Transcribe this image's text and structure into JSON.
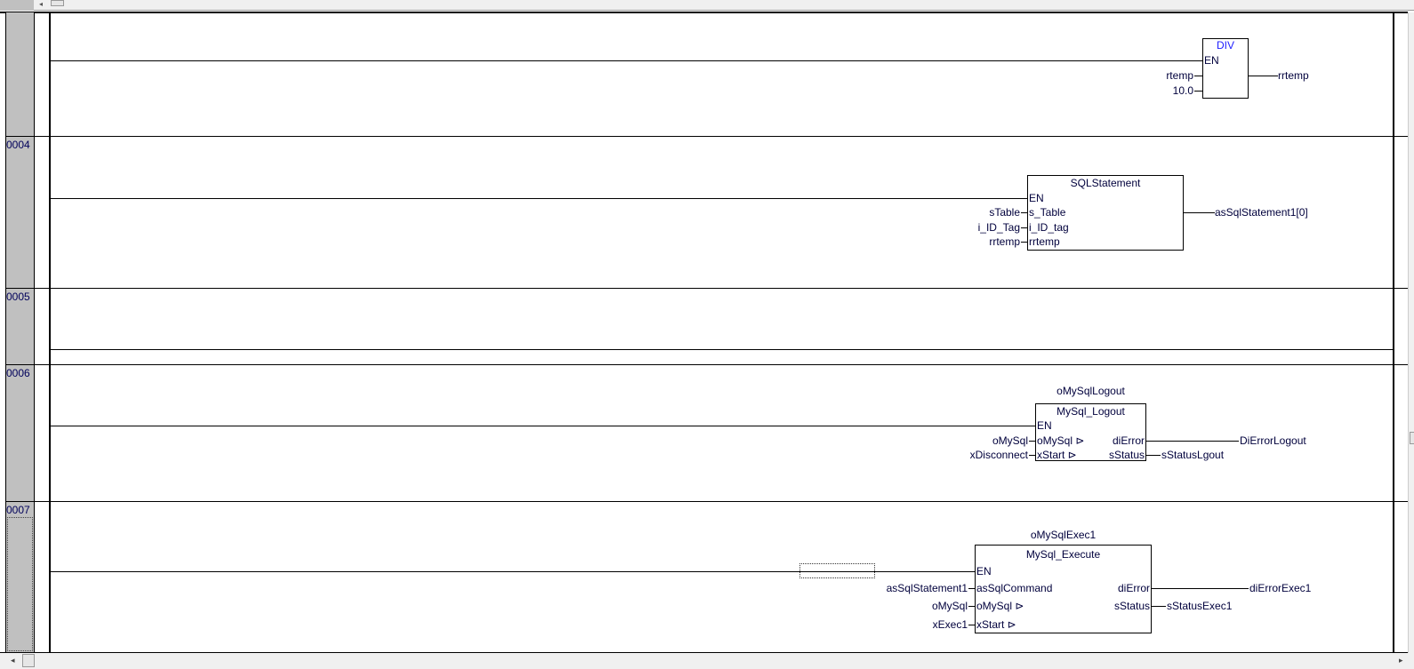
{
  "networks": [
    {
      "number": "",
      "block": {
        "type": "DIV",
        "inputs": [
          "EN",
          "",
          ""
        ],
        "input_vars": [
          "rtemp",
          "10.0"
        ],
        "output_var": "rrtemp"
      }
    },
    {
      "number": "0004",
      "block": {
        "type": "SQLStatement",
        "inputs": [
          "EN",
          "s_Table",
          "i_ID_tag",
          "rrtemp"
        ],
        "input_vars": [
          "sTable",
          "i_ID_Tag",
          "rrtemp"
        ],
        "output_var": "asSqlStatement1[0]"
      }
    },
    {
      "number": "0005"
    },
    {
      "number": "0006",
      "block": {
        "instance": "oMySqlLogout",
        "type": "MySql_Logout",
        "inputs": [
          "EN",
          "oMySql ⊳",
          "xStart ⊳"
        ],
        "outputs": [
          "diError",
          "sStatus"
        ],
        "input_vars": [
          "oMySql",
          "xDisconnect"
        ],
        "output_vars": [
          "DiErrorLogout",
          "sStatusLgout"
        ]
      }
    },
    {
      "number": "0007",
      "block": {
        "instance": "oMySqlExec1",
        "type": "MySql_Execute",
        "inputs": [
          "EN",
          "asSqlCommand",
          "oMySql ⊳",
          "xStart ⊳"
        ],
        "outputs": [
          "diError",
          "sStatus"
        ],
        "input_vars": [
          "asSqlStatement1",
          "oMySql",
          "xExec1"
        ],
        "output_vars": [
          "diErrorExec1",
          "sStatusExec1"
        ]
      }
    }
  ],
  "colors": {
    "gutter": "#c0c0c0",
    "text": "#00003c",
    "function_name": "#2020ff"
  }
}
